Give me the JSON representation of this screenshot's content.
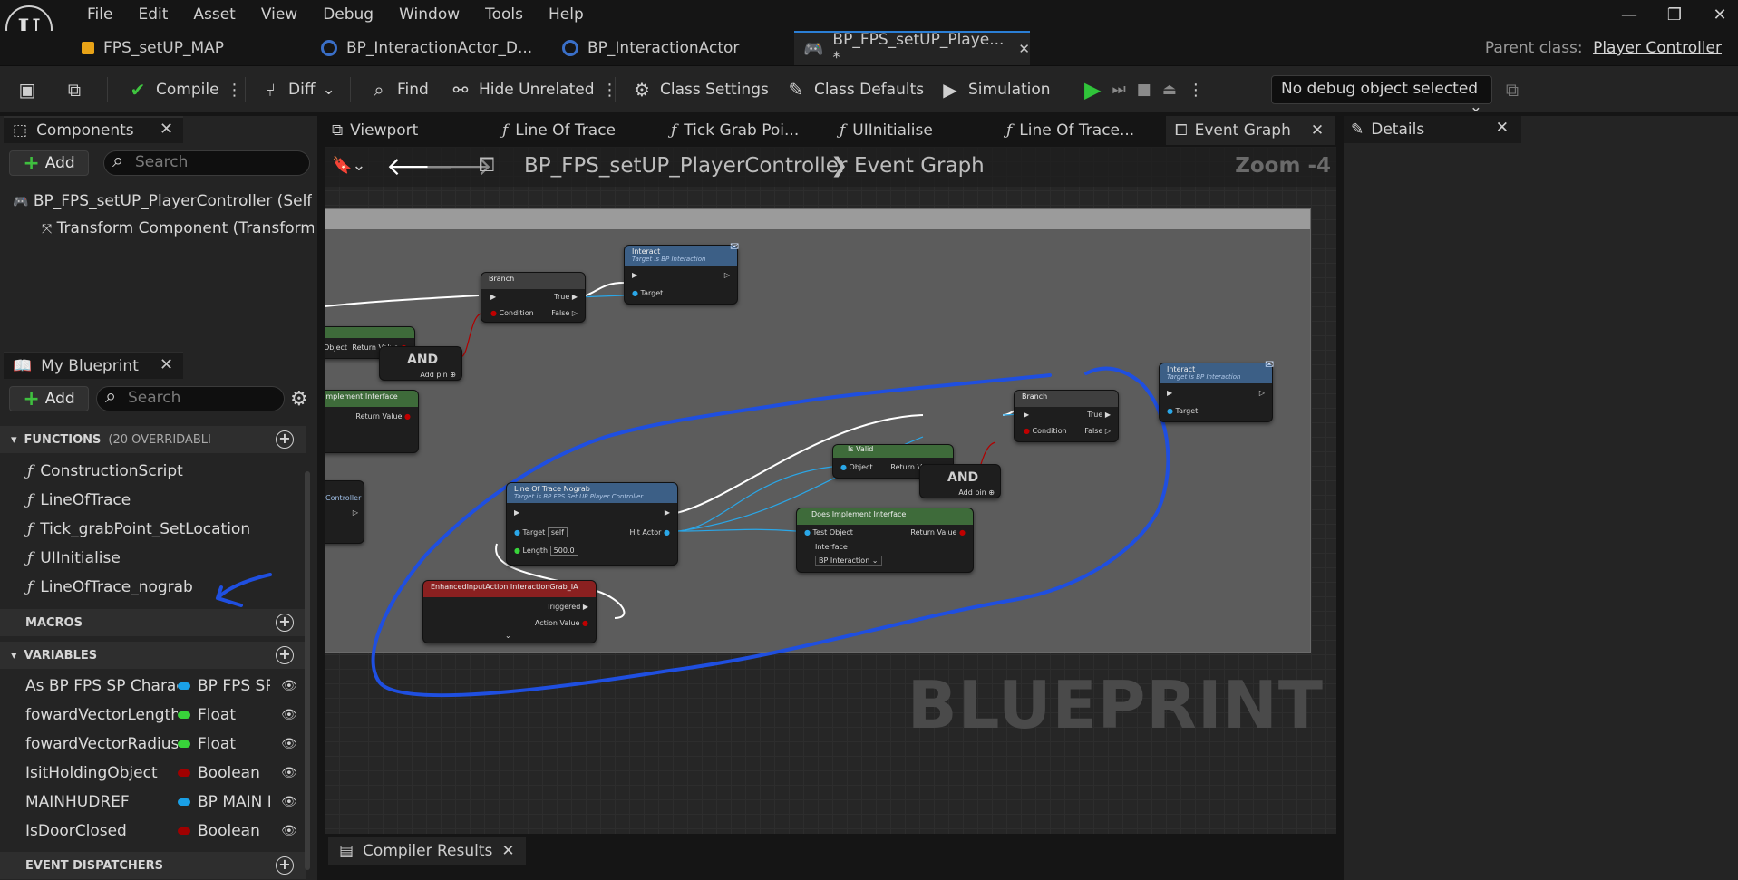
{
  "menu": [
    "File",
    "Edit",
    "Asset",
    "View",
    "Debug",
    "Window",
    "Tools",
    "Help"
  ],
  "doc_tabs": [
    {
      "label": "FPS_setUP_MAP"
    },
    {
      "label": "BP_InteractionActor_D..."
    },
    {
      "label": "BP_InteractionActor"
    },
    {
      "label": "BP_FPS_setUP_Playe... *"
    }
  ],
  "parent_class": {
    "label": "Parent class:",
    "value": "Player Controller"
  },
  "toolbar": {
    "compile": "Compile",
    "diff": "Diff",
    "find": "Find",
    "hide_unrelated": "Hide Unrelated",
    "class_settings": "Class Settings",
    "class_defaults": "Class Defaults",
    "simulation": "Simulation",
    "debug_object": "No debug object selected"
  },
  "components": {
    "title": "Components",
    "add": "Add",
    "search_placeholder": "Search",
    "items": [
      "BP_FPS_setUP_PlayerController (Self)",
      "Transform Component (TransformC"
    ]
  },
  "my_blueprint": {
    "title": "My Blueprint",
    "add": "Add",
    "search_placeholder": "Search",
    "functions_header": "FUNCTIONS",
    "functions_note": "(20 OVERRIDABLI",
    "functions": [
      "ConstructionScript",
      "LineOfTrace",
      "Tick_grabPoint_SetLocation",
      "UIInitialise",
      "LineOfTrace_nograb"
    ],
    "macros_header": "MACROS",
    "variables_header": "VARIABLES",
    "variables": [
      {
        "name": "As BP FPS SP Charac",
        "type": "BP FPS SP",
        "color": "#1aa0e6"
      },
      {
        "name": "fowardVectorLength",
        "type": "Float",
        "color": "#38d43a"
      },
      {
        "name": "fowardVectorRadius",
        "type": "Float",
        "color": "#38d43a"
      },
      {
        "name": "IsitHoldingObject",
        "type": "Boolean",
        "color": "#a00000"
      },
      {
        "name": "MAINHUDREF",
        "type": "BP MAIN H",
        "color": "#1aa0e6"
      },
      {
        "name": "IsDoorClosed",
        "type": "Boolean",
        "color": "#a00000"
      }
    ],
    "dispatchers_header": "EVENT DISPATCHERS"
  },
  "graph_tabs": [
    {
      "label": "Viewport"
    },
    {
      "label": "Line Of Trace"
    },
    {
      "label": "Tick Grab Poi..."
    },
    {
      "label": "UIInitialise"
    },
    {
      "label": "Line Of Trace..."
    },
    {
      "label": "Event Graph"
    }
  ],
  "breadcrumb": {
    "blueprint": "BP_FPS_setUP_PlayerController",
    "graph": "Event Graph"
  },
  "zoom": "Zoom -4",
  "watermark": "BLUEPRINT",
  "nodes": {
    "branch": "Branch",
    "true": "True",
    "false": "False",
    "condition": "Condition",
    "interact": "Interact",
    "interact_sub": "Target is BP Interaction",
    "target": "Target",
    "return_value": "Return Value",
    "and": "AND",
    "add_pin": "Add pin",
    "object": "Object",
    "is_valid": "Is Valid",
    "implement_interface": "Implement Interface",
    "does_implement": "Does Implement Interface",
    "test_object": "Test Object",
    "interface": "Interface",
    "interface_value": "BP Interaction",
    "controller": "Controller",
    "trace_title": "Line Of Trace Nograb",
    "trace_sub": "Target is BP FPS Set UP Player Controller",
    "self": "self",
    "length": "Length",
    "length_value": "500.0",
    "hit_actor": "Hit Actor",
    "input_title": "EnhancedInputAction InteractionGrab_IA",
    "triggered": "Triggered",
    "action_value": "Action Value"
  },
  "compiler_results": "Compiler Results",
  "details_title": "Details"
}
